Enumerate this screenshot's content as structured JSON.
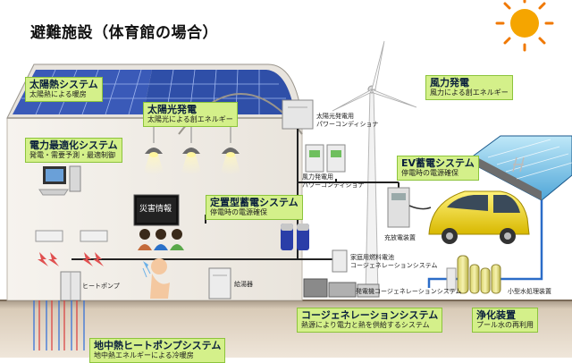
{
  "title": "避難施設（体育館の場合）",
  "systems": {
    "solar_heat": {
      "title": "太陽熱システム",
      "sub": "太陽熱による暖房"
    },
    "solar_power": {
      "title": "太陽光発電",
      "sub": "太陽光による創エネルギー"
    },
    "power_opt": {
      "title": "電力最適化システム",
      "sub": "発電・需要予測・最適制御"
    },
    "wind": {
      "title": "風力発電",
      "sub": "風力による創エネルギー"
    },
    "ev": {
      "title": "EV蓄電システム",
      "sub": "停電時の電源確保"
    },
    "storage": {
      "title": "定置型蓄電システム",
      "sub": "停電時の電源確保"
    },
    "cogen": {
      "title": "コージェネレーションシステム",
      "sub": "熱源により電力と熱を供給するシステム"
    },
    "purify": {
      "title": "浄化装置",
      "sub": "プール水の再利用"
    },
    "geo": {
      "title": "地中熱ヒートポンプシステム",
      "sub": "地中熱エネルギーによる冷暖房"
    }
  },
  "labels": {
    "pv_conditioner": [
      "太陽光発電用",
      "パワーコンディショナ"
    ],
    "wind_conditioner": [
      "風力発電用",
      "パワーコンディショナ"
    ],
    "charger": "充放電装置",
    "disaster_info": "災害情報",
    "heat_pump": "ヒートポンプ",
    "water_heater": "給湯器",
    "home_fuel_cell": [
      "家庭用燃料電池",
      "コージェネレーションシステム"
    ],
    "gas_engine": "発電機コージェネレーションシステム",
    "small_water": "小型水処理装置"
  },
  "colors": {
    "label_bg": "#d4f08a",
    "label_border": "#8cc43c",
    "roof_panel": "#2f4fa8",
    "sun": "#f5a500",
    "ground": "#c9bba8",
    "ev_car": "#e8d21a",
    "pool": "#8fd2f0"
  }
}
